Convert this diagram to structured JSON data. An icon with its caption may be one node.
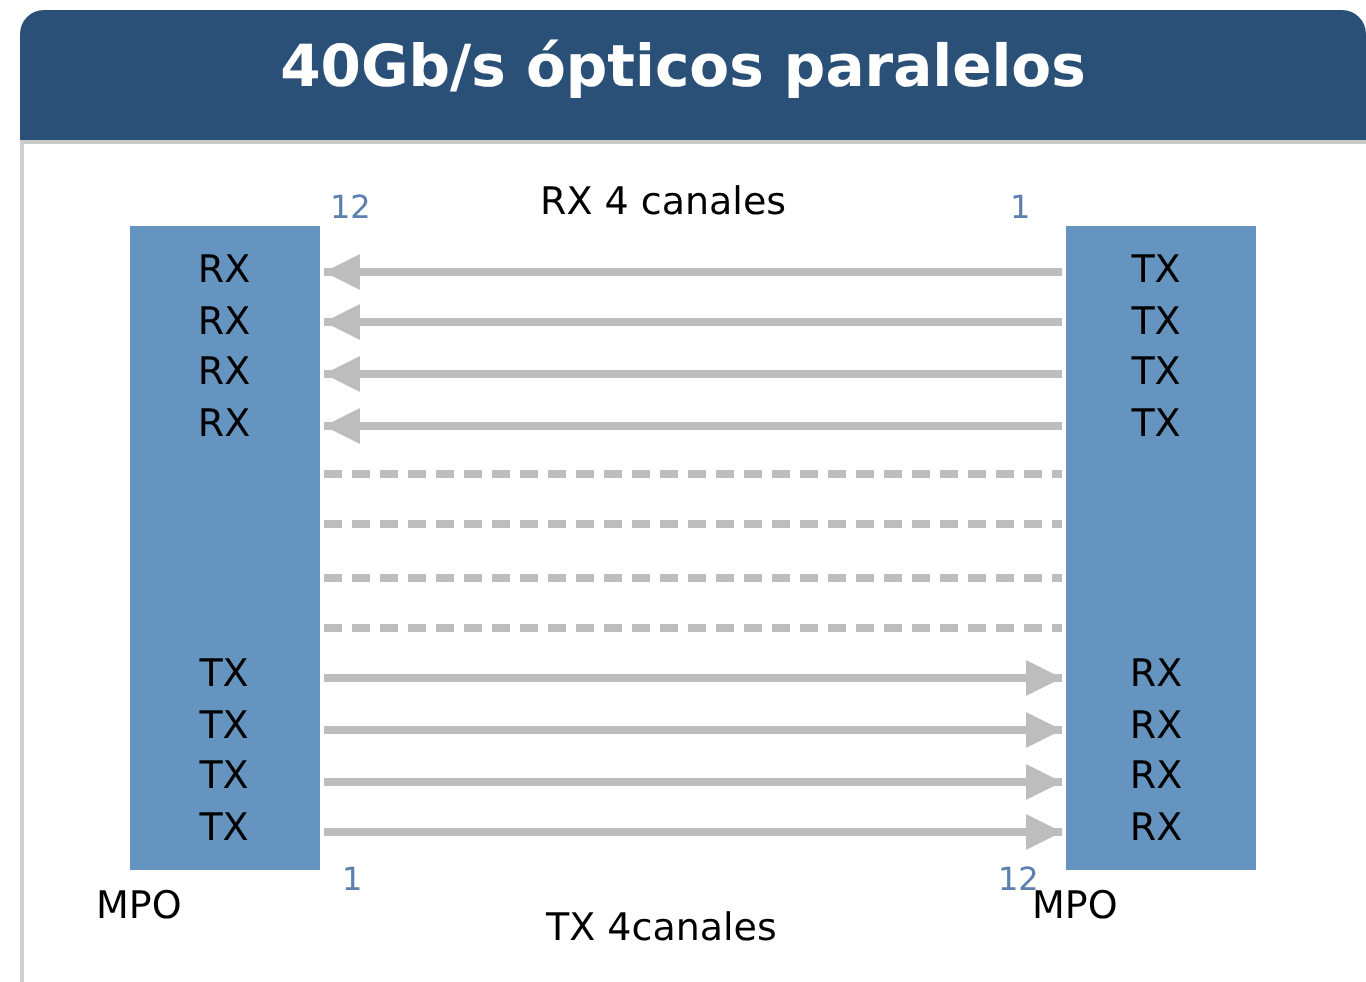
{
  "diagram": {
    "title": "40Gb/s ópticos paralelos",
    "nodes": [
      {
        "text": [
          "RX RX RX RX",
          "TX TX TX TX"
        ],
        "beside": [
          "MPO"
        ]
      },
      {
        "text": [
          "TX TX TX TX",
          "RX RX RX RX"
        ],
        "beside": [
          "MPO"
        ]
      }
    ],
    "edges": [
      {
        "from": 1,
        "to": 0,
        "arrow": "to"
      },
      {
        "from": 1,
        "to": 0,
        "arrow": "to"
      },
      {
        "from": 1,
        "to": 0,
        "arrow": "to"
      },
      {
        "from": 1,
        "to": 0,
        "arrow": "to"
      },
      {
        "from": 0,
        "to": 1,
        "arrow": "none",
        "style": "dashed"
      },
      {
        "from": 0,
        "to": 1,
        "arrow": "none",
        "style": "dashed"
      },
      {
        "from": 0,
        "to": 1,
        "arrow": "none",
        "style": "dashed"
      },
      {
        "from": 0,
        "to": 1,
        "arrow": "none",
        "style": "dashed"
      },
      {
        "from": 0,
        "to": 1,
        "arrow": "to"
      },
      {
        "from": 0,
        "to": 1,
        "arrow": "to"
      },
      {
        "from": 0,
        "to": 1,
        "arrow": "to"
      },
      {
        "from": 0,
        "to": 1,
        "arrow": "to"
      }
    ],
    "labels": [
      "12",
      "RX 4 canales",
      "1",
      "1",
      "TX 4canales",
      "12"
    ]
  }
}
